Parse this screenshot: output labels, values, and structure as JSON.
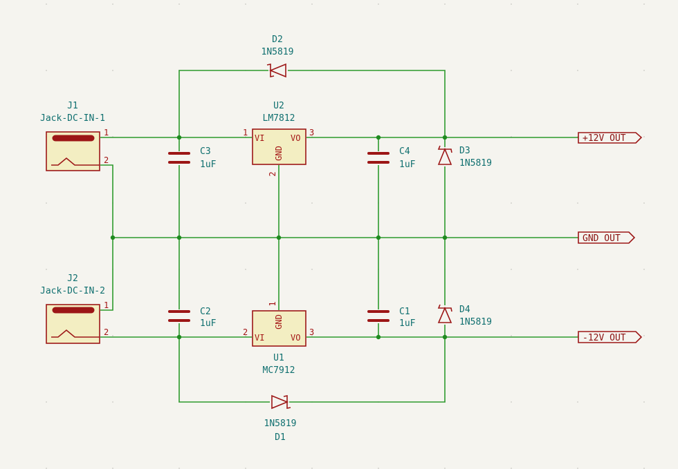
{
  "schematic": {
    "components": {
      "j1": {
        "ref": "J1",
        "value": "Jack-DC-IN-1",
        "pin1": "1",
        "pin2": "2"
      },
      "j2": {
        "ref": "J2",
        "value": "Jack-DC-IN-2",
        "pin1": "1",
        "pin2": "2"
      },
      "u2": {
        "ref": "U2",
        "value": "LM7812",
        "vi": "VI",
        "vo": "VO",
        "gnd": "GND",
        "pin_in": "1",
        "pin_out": "3",
        "pin_gnd": "2"
      },
      "u1": {
        "ref": "U1",
        "value": "MC7912",
        "vi": "VI",
        "vo": "VO",
        "gnd": "GND",
        "pin_in": "2",
        "pin_out": "3",
        "pin_gnd": "1"
      },
      "c1": {
        "ref": "C1",
        "value": "1uF"
      },
      "c2": {
        "ref": "C2",
        "value": "1uF"
      },
      "c3": {
        "ref": "C3",
        "value": "1uF"
      },
      "c4": {
        "ref": "C4",
        "value": "1uF"
      },
      "d1": {
        "ref": "D1",
        "value": "1N5819"
      },
      "d2": {
        "ref": "D2",
        "value": "1N5819"
      },
      "d3": {
        "ref": "D3",
        "value": "1N5819"
      },
      "d4": {
        "ref": "D4",
        "value": "1N5819"
      }
    },
    "labels": {
      "pos": "+12V OUT",
      "gnd": "GND OUT",
      "neg": "-12V OUT"
    },
    "colors": {
      "wire": "#2c9a2c",
      "symbol": "#9c1616",
      "body_fill": "#f3eec2",
      "reference_text": "#0f6f6f",
      "background": "#f5f4ef"
    }
  }
}
